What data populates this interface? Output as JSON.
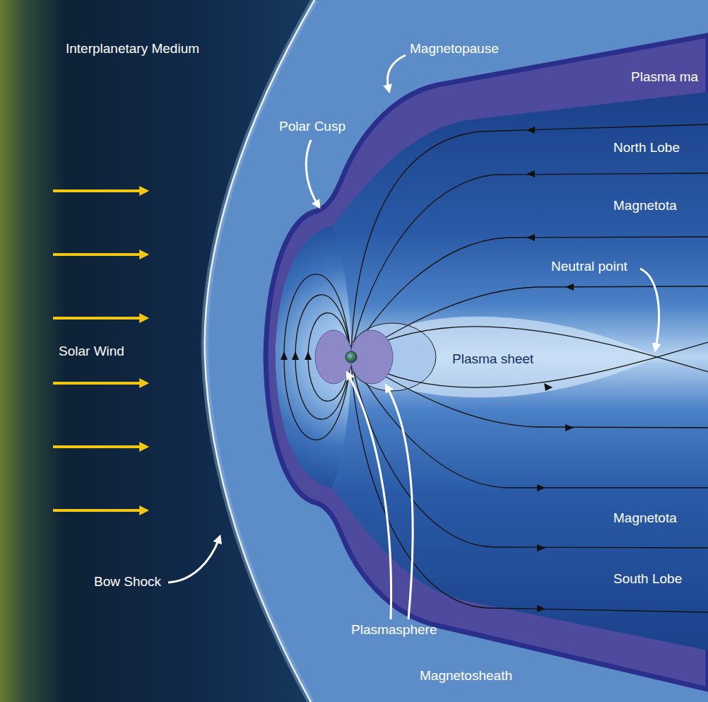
{
  "diagram": {
    "labels": [
      "Interplanetary Medium",
      "Magnetopause",
      "Plasma ma",
      "Polar Cusp",
      "North Lobe",
      "Magnetota",
      "Neutral point",
      "Solar Wind",
      "Plasma sheet",
      "Magnetota",
      "South Lobe",
      "Bow Shock",
      "Plasmasphere",
      "Magnetosheath"
    ]
  }
}
